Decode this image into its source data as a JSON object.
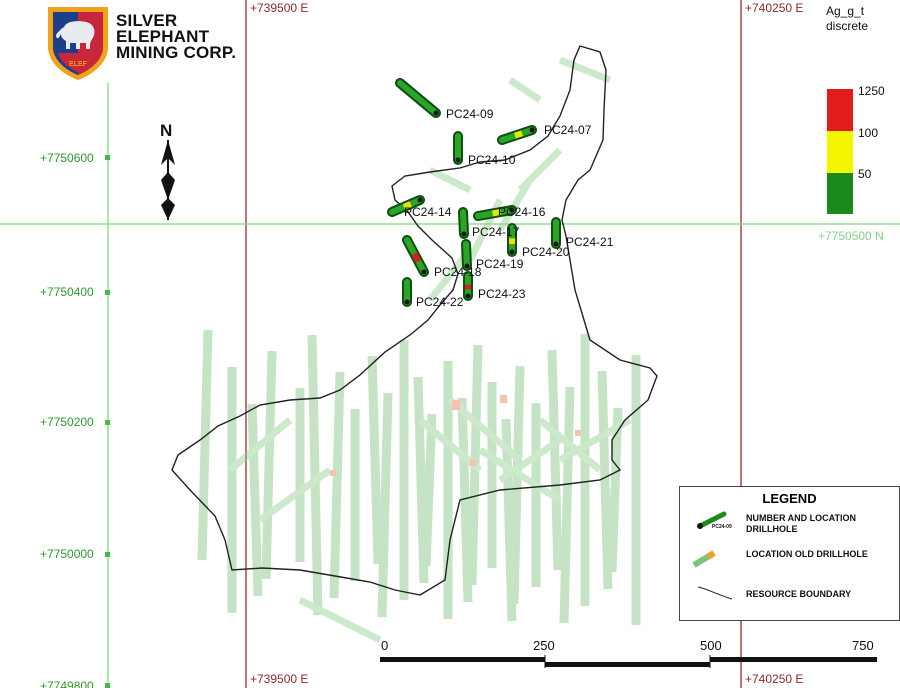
{
  "company": {
    "name_lines": [
      "SILVER",
      "ELEPHANT",
      "MINING CORP."
    ],
    "logo_text": "ELEF"
  },
  "grid": {
    "easting_labels": [
      "+739500 E",
      "+740250 E"
    ],
    "northing_labels": [
      "+7750600",
      "+7750400",
      "+7750200",
      "+7750000",
      "+7749800"
    ],
    "northing_right_label": "+7750500 N"
  },
  "north_arrow": {
    "label": "N"
  },
  "colorbar": {
    "title_lines": [
      "Ag_g_t",
      "discrete"
    ],
    "tick_labels": [
      "1250",
      "100",
      "50"
    ],
    "colors": [
      "#e21b1b",
      "#f5f500",
      "#1a8a1a"
    ]
  },
  "drillholes": [
    "PC24-09",
    "PC24-07",
    "PC24-10",
    "PC24-14",
    "PC24-16",
    "PC24-17",
    "PC24-21",
    "PC24-20",
    "PC24-19",
    "PC24-18",
    "PC24-23",
    "PC24-22"
  ],
  "legend": {
    "title": "LEGEND",
    "new_hole_label": "NUMBER AND LOCATION DRILLHOLE",
    "new_hole_sample": "PC24-09",
    "old_hole_label": "LOCATION OLD DRILLHOLE",
    "boundary_label": "RESOURCE BOUNDARY"
  },
  "scale": {
    "ticks": [
      "0",
      "250",
      "500",
      "750"
    ]
  }
}
